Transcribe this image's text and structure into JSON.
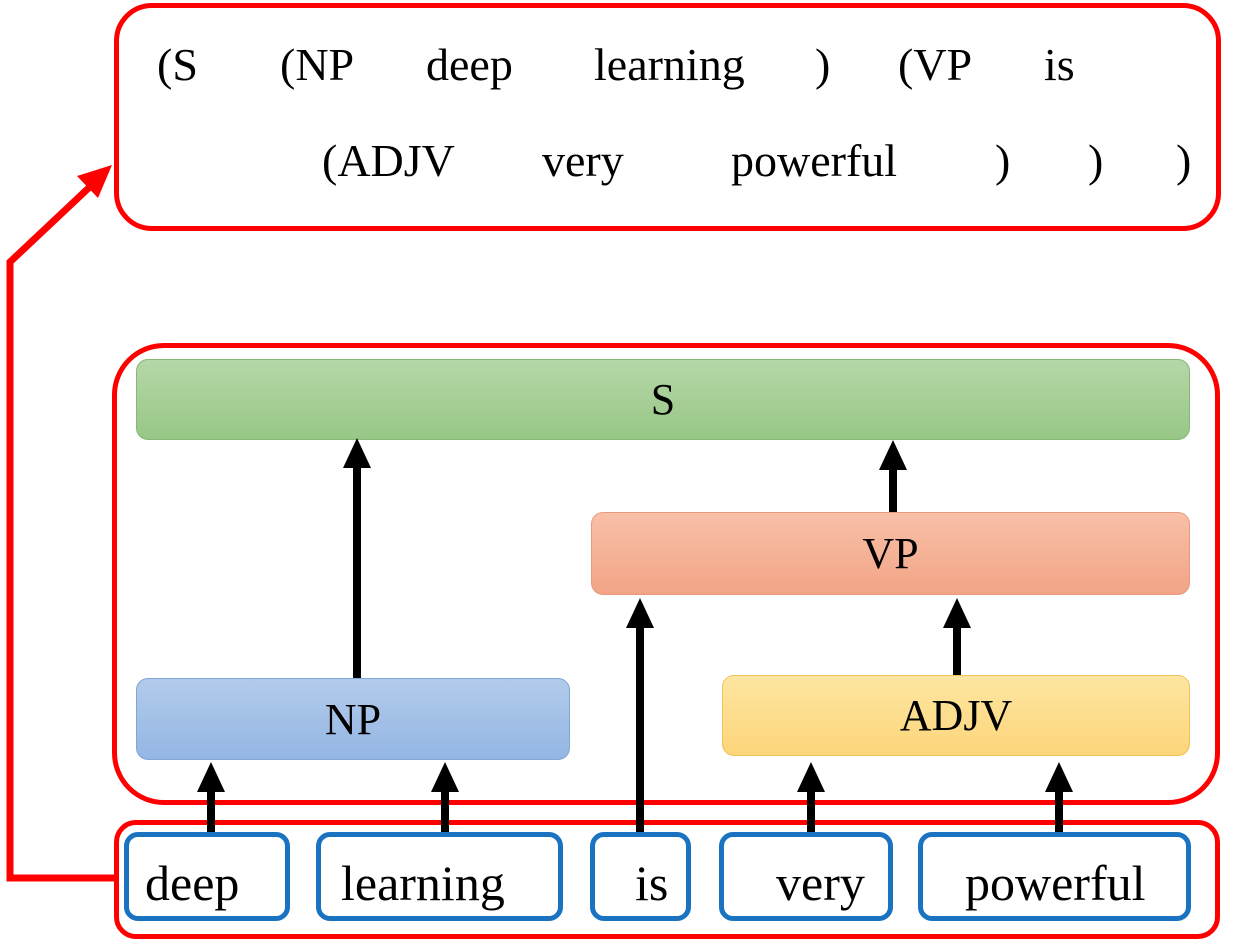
{
  "bracket": {
    "line1": [
      "(S",
      "(NP",
      "deep",
      "learning",
      ")",
      "(VP",
      "is"
    ],
    "line2": [
      "(ADJV",
      "very",
      "powerful",
      ")",
      ")",
      ")"
    ]
  },
  "tree": {
    "s": "S",
    "vp": "VP",
    "np": "NP",
    "adjv": "ADJV"
  },
  "words": [
    "deep",
    "learning",
    "is",
    "very",
    "powerful"
  ],
  "colors": {
    "frame": "#ff0000",
    "word_border": "#1a73c0",
    "s_node": "#a8d08d",
    "vp_node": "#f4b183",
    "np_node": "#a4c2f4",
    "adjv_node": "#ffd966"
  }
}
